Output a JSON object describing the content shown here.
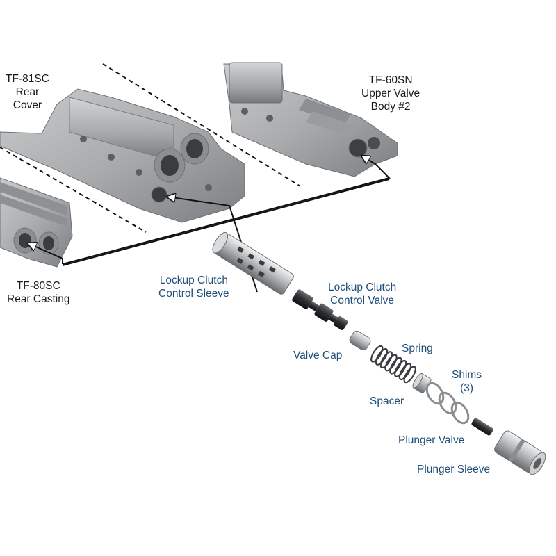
{
  "colors": {
    "housing_label": "#1a1a1a",
    "part_label": "#1f4e79",
    "casting": "#a9abad",
    "casting_dark": "#7c7f82",
    "casting_light": "#c9cbcd",
    "leader_line": "#111111"
  },
  "housings": [
    {
      "id": "tf81sc",
      "lines": [
        "TF-81SC",
        "Rear",
        "Cover"
      ]
    },
    {
      "id": "tf60sn",
      "lines": [
        "TF-60SN",
        "Upper Valve",
        "Body #2"
      ]
    },
    {
      "id": "tf80sc",
      "lines": [
        "TF-80SC",
        "Rear Casting"
      ]
    }
  ],
  "parts": [
    {
      "id": "sleeve",
      "lines": [
        "Lockup Clutch",
        "Control Sleeve"
      ]
    },
    {
      "id": "valve",
      "lines": [
        "Lockup Clutch",
        "Control Valve"
      ]
    },
    {
      "id": "valve_cap",
      "lines": [
        "Valve Cap"
      ]
    },
    {
      "id": "spring",
      "lines": [
        "Spring"
      ]
    },
    {
      "id": "shims",
      "lines": [
        "Shims",
        "(3)"
      ]
    },
    {
      "id": "spacer",
      "lines": [
        "Spacer"
      ]
    },
    {
      "id": "plunger_valve",
      "lines": [
        "Plunger Valve"
      ]
    },
    {
      "id": "plunger_sleeve",
      "lines": [
        "Plunger Sleeve"
      ]
    }
  ]
}
